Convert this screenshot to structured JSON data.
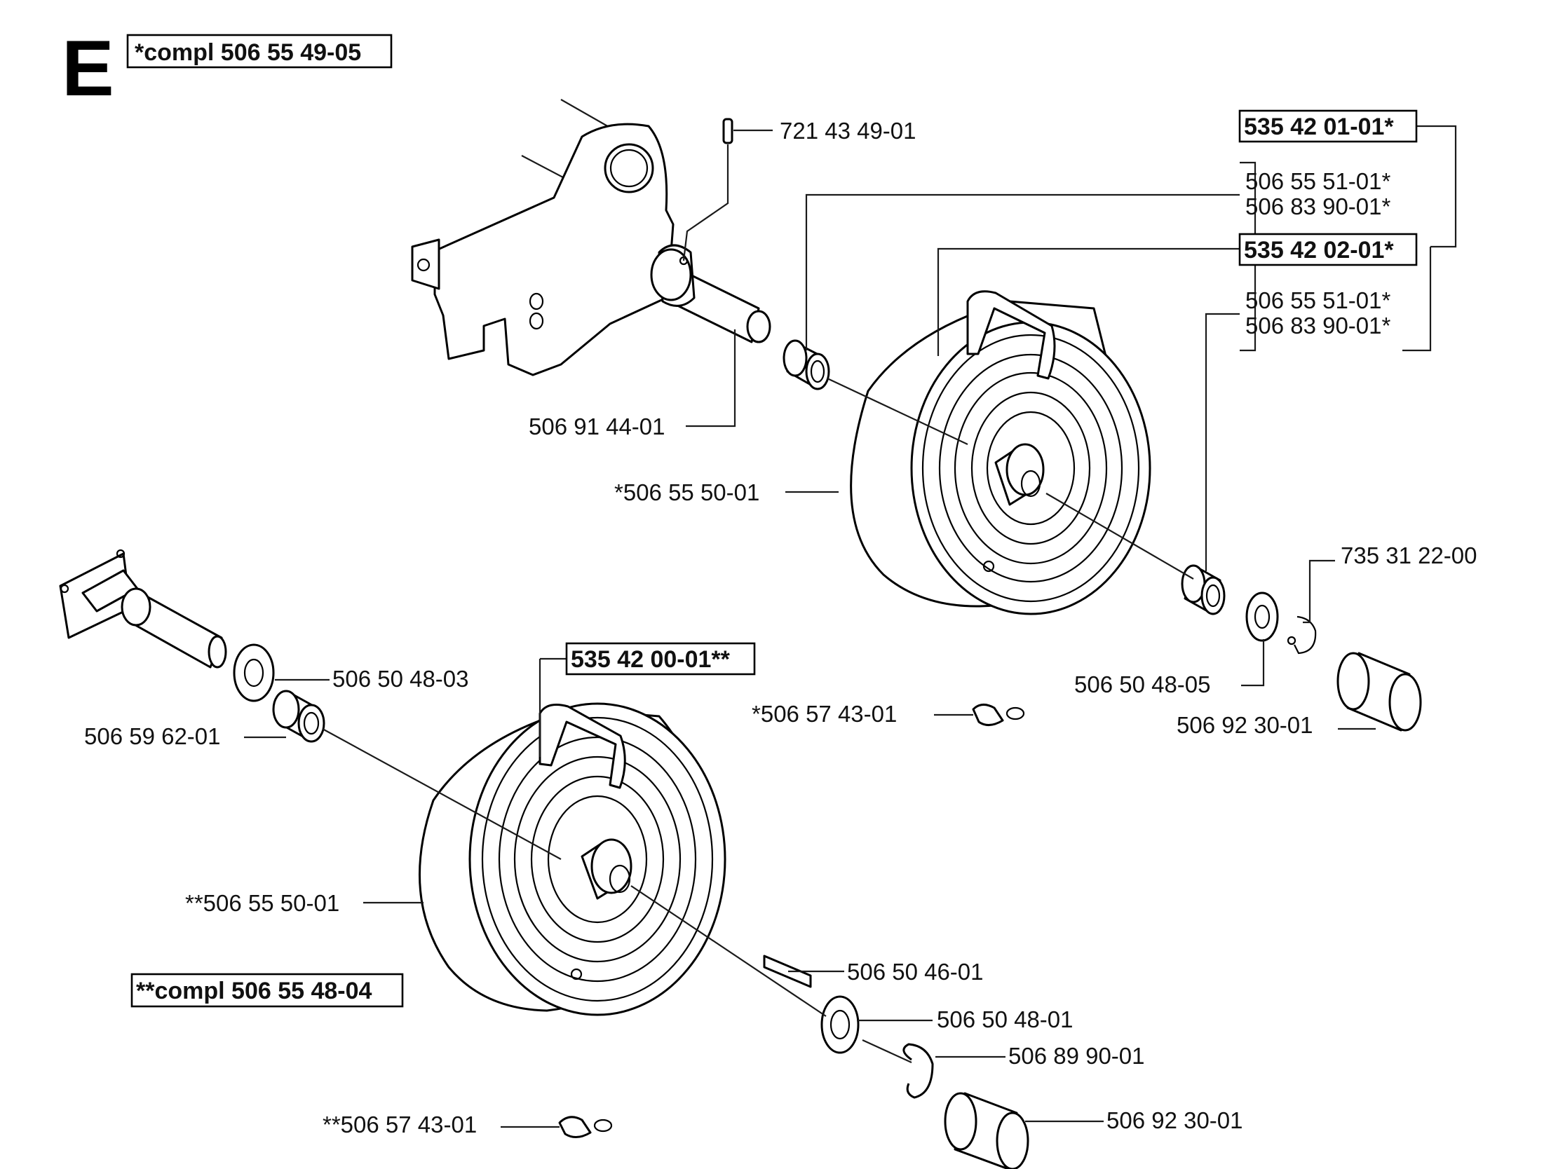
{
  "section": "E",
  "assemblies": {
    "upper": "*compl 506 55 49-05",
    "lower": "**compl 506 55 48-04"
  },
  "labels": {
    "pin": "721 43 49-01",
    "axle_upper": "506 91 44-01",
    "tire_upper": "*506 55 50-01",
    "group_a": "535 42 01-01*",
    "bush_a1": "506 55 51-01*",
    "bush_a2": "506 83 90-01*",
    "group_b": "535 42 02-01*",
    "bush_b1": "506 55 51-01*",
    "bush_b2": "506 83 90-01*",
    "clip_upper": "735 31 22-00",
    "washer_upper": "506 50 48-05",
    "cap_upper": "506 92 30-01",
    "valve_upper": "*506 57 43-01",
    "washer_lower_in": "506 50 48-03",
    "bush_lower": "506 59 62-01",
    "wheel_lower": "535 42 00-01**",
    "tire_lower": "**506 55 50-01",
    "key_lower": "506 50 46-01",
    "washer_lower_out": "506 50 48-01",
    "clip_lower": "506 89 90-01",
    "cap_lower": "506 92 30-01",
    "valve_lower": "**506 57 43-01"
  }
}
